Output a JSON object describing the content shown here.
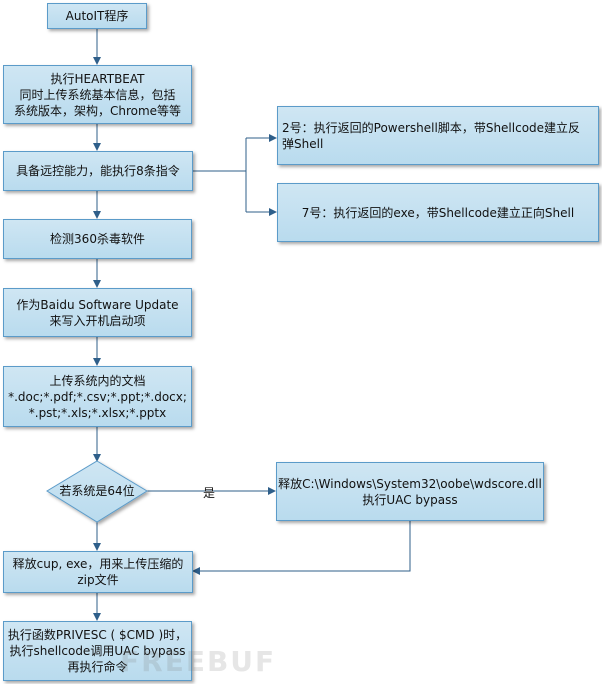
{
  "nodes": {
    "n1": "AutoIT程序",
    "n2": "执行HEARTBEAT\n同时上传系统基本信息，包括\n系统版本，架构，Chrome等等",
    "n3": "具备远控能力，能执行8条指令",
    "n3a": "2号：执行返回的Powershell脚本，带Shellcode建立反\n弹Shell",
    "n3b": "7号：执行返回的exe，带Shellcode建立正向Shell",
    "n4": "检测360杀毒软件",
    "n5": "作为Baidu Software Update\n来写入开机启动项",
    "n6": "上传系统内的文档\n*.doc;*.pdf;*.csv;*.ppt;*.docx;\n*.pst;*.xls;*.xlsx;*.pptx",
    "n7": "若系统是64位",
    "n7yes": "释放C:\\Windows\\System32\\oobe\\wdscore.dll\n执行UAC  bypass",
    "n8": "释放cup, exe，用来上传压缩的\nzip文件",
    "n9": "执行函数PRIVESC ( $CMD )时，\n执行shellcode调用UAC  bypass\n再执行命令"
  },
  "edge_labels": {
    "yes": "是"
  },
  "watermark": "FREEBUF",
  "colors": {
    "box_fill": "#c3e0f1",
    "box_border": "#5b9bc9",
    "line": "#2f5f8a"
  }
}
